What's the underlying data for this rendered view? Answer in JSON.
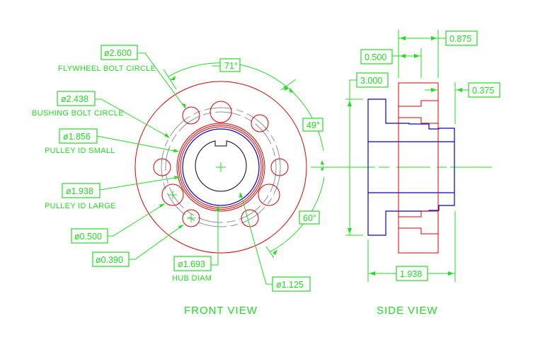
{
  "drawing": {
    "views": {
      "front": "FRONT VIEW",
      "side": "SIDE VIEW"
    },
    "front_callouts": [
      {
        "value": "ø2.600",
        "label": "FLYWHEEL BOLT CIRCLE"
      },
      {
        "value": "ø2.438",
        "label": "BUSHING BOLT CIRCLE"
      },
      {
        "value": "ø1.856",
        "label": "PULLEY ID SMALL"
      },
      {
        "value": "ø1.938",
        "label": "PULLEY ID LARGE"
      },
      {
        "value": "ø0.500",
        "label": ""
      },
      {
        "value": "ø0.390",
        "label": ""
      },
      {
        "value": "ø1.693",
        "label": "HUB DIAM"
      },
      {
        "value": "ø1.125",
        "label": ""
      }
    ],
    "angles": {
      "a71": "71°",
      "a49": "49°",
      "a60": "60°"
    },
    "side_dims": {
      "d0875": "0.875",
      "d0500": "0.500",
      "d3000": "3.000",
      "d0375": "0.375",
      "d1938": "1.938"
    },
    "colors": {
      "dimension": "#22dd22",
      "pulley": "#dd0000",
      "bushing": "#0000dd",
      "bore": "#000000",
      "bolt_circle": "#909090"
    }
  }
}
